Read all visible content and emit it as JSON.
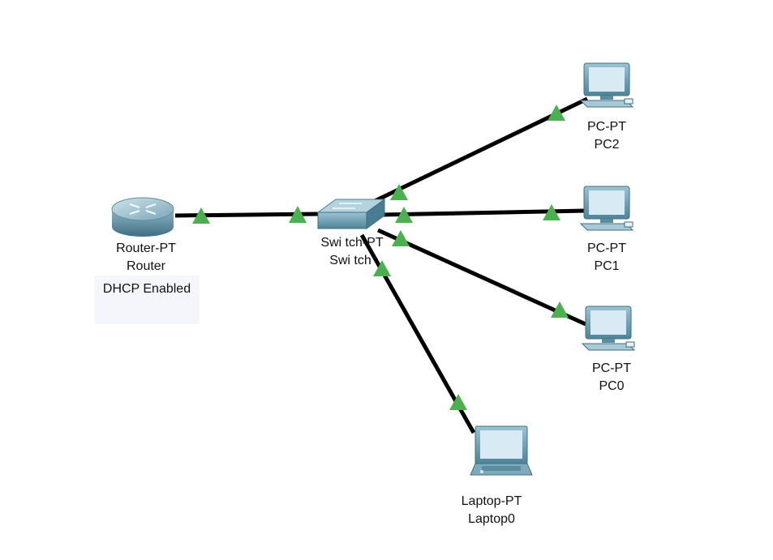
{
  "colors": {
    "link": "#000000",
    "link_indicator": "#4caf50",
    "device_teal": "#5a8ca0",
    "screen": "#d8ebf5",
    "note_background": "#f4f6fb"
  },
  "devices": {
    "router": {
      "model": "Router-PT",
      "name": "Router",
      "note": "DHCP Enabled",
      "icon": "router-icon"
    },
    "switch": {
      "model": "Swi tch-PT",
      "name": "Swi tch",
      "icon": "switch-icon"
    },
    "pc2": {
      "model": "PC-PT",
      "name": "PC2",
      "icon": "pc-icon"
    },
    "pc1": {
      "model": "PC-PT",
      "name": "PC1",
      "icon": "pc-icon"
    },
    "pc0": {
      "model": "PC-PT",
      "name": "PC0",
      "icon": "pc-icon"
    },
    "laptop0": {
      "model": "Laptop-PT",
      "name": "Laptop0",
      "icon": "laptop-icon"
    }
  },
  "links": [
    {
      "from": "router",
      "to": "switch",
      "status": "up"
    },
    {
      "from": "switch",
      "to": "pc2",
      "status": "up"
    },
    {
      "from": "switch",
      "to": "pc1",
      "status": "up"
    },
    {
      "from": "switch",
      "to": "pc0",
      "status": "up"
    },
    {
      "from": "switch",
      "to": "laptop0",
      "status": "up"
    }
  ]
}
